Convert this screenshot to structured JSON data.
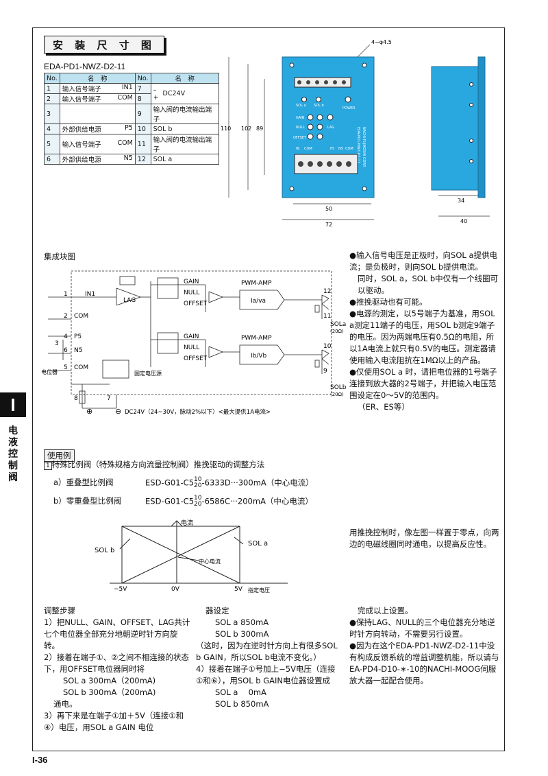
{
  "title": "安 装 尺 寸 图",
  "model": "EDA-PD1-NWZ-D2-11",
  "pin_table": {
    "headers": [
      "No.",
      "名　称",
      "No.",
      "名　称"
    ],
    "rows": [
      {
        "no1": "1",
        "name1": "输入信号端子",
        "tag1": "IN1",
        "no2": "7",
        "name2": "–"
      },
      {
        "no1": "2",
        "name1": "输入信号端子",
        "tag1": "COM",
        "no2": "8",
        "name2": "+"
      },
      {
        "no1": "3",
        "name1": "",
        "tag1": "",
        "no2": "9",
        "name2": "输入阀的电流输出端子"
      },
      {
        "no1": "4",
        "name1": "外部供给电源",
        "tag1": "P5",
        "no2": "10",
        "name2": "SOL b"
      },
      {
        "no1": "5",
        "name1": "输入信号端子",
        "tag1": "COM",
        "no2": "11",
        "name2": "输入阀的电流输出端子"
      },
      {
        "no1": "6",
        "name1": "外部供给电源",
        "tag1": "N5",
        "no2": "12",
        "name2": "SOL a"
      }
    ],
    "dc_label": "DC24V"
  },
  "drawing": {
    "hole": "4−φ4.5",
    "dim_110": "110",
    "dim_102": "102",
    "dim_89": "89",
    "dim_50": "50",
    "dim_72": "72",
    "dim_34": "34",
    "dim_40": "40",
    "label_sola": "SOL a",
    "label_solb": "SOL b",
    "label_power": "POWER",
    "label_gain": "GAIN",
    "label_null": "NULL",
    "label_offset": "OFFSET",
    "label_lag": "LAG",
    "label_dc24v": "DC24V",
    "label_in": "IN",
    "label_com": "COM",
    "label_p5": "P5",
    "label_n5": "N5",
    "label_com2": "COM",
    "label_brand": "NACHI-FUJIKOSHI CORP.",
    "label_model": "EDA-PD1-NWZ-D2-11"
  },
  "block_diagram": {
    "title": "集成块图",
    "in1": "IN1",
    "com": "COM",
    "p5": "P5",
    "n5": "N5",
    "com2": "COM",
    "potentiometer": "电位器",
    "lag": "LAG",
    "gain": "GAIN",
    "null": "NULL",
    "offset": "OFFSET",
    "pwm_amp": "PWM-AMP",
    "ia_va": "Ia/va",
    "ib_vb": "Ib/Vb",
    "fixed_supply": "固定电压源",
    "sola": "SOLa",
    "solb": "SOLb",
    "ohm": "(20Ω)",
    "t1": "1",
    "t2": "2",
    "t3": "3",
    "t4": "4",
    "t5": "5",
    "t6": "6",
    "t7": "7",
    "t8": "8",
    "t9": "9",
    "t10": "10",
    "t11": "11",
    "t12": "12",
    "plus": "⊕",
    "minus": "⊖",
    "supply_note": "DC24V（24~30V，脉动2%以下）<最大提供1A电流>"
  },
  "notes_right": [
    "●输入信号电压是正极时，向SOL a提供电流；是负极时，则向SOL b提供电流。",
    "同时，SOL a，SOL b中仅有一个线圈可以驱动。",
    "●推挽驱动也有可能。",
    "●电源的测定，以5号端子为基准，用SOL a测定11端子的电压，用SOL b测定9端子的电压。因为两端电压有0.5Ω的电阻，所以1A电流上就只有0.5V的电压。测定器请使用输入电流阻抗在1MΩ以上的产品。",
    "●仅使用SOL a 时，请把电位器的1号端子连接到放大器的2号端子，并把输入电压范围设定在0～5V的范围内。",
    "（ER、ES等）"
  ],
  "usage": {
    "tag": "使用例",
    "item_num": "1",
    "item_text": "特殊比例阀（特殊规格方向流量控制阀）推挽驱动的调整方法",
    "a_label": "a）重叠型比例阀",
    "a_model_pre": "ESD-G01-C5",
    "a_frac_top": "10",
    "a_frac_bot": "20",
    "a_model_post": "-6333D···300mA（中心电流）",
    "b_label": "b）零重叠型比例阀",
    "b_model_pre": "ESD-G01-C5",
    "b_frac_top": "10",
    "b_frac_bot": "20",
    "b_model_post": "-6586C···200mA（中心电流）"
  },
  "graph": {
    "y_label": "电流",
    "x_label": "指定电压",
    "sol_a": "SOL a",
    "sol_b": "SOL b",
    "center": "中心电流",
    "x_ticks": [
      "−5V",
      "0V",
      "5V"
    ]
  },
  "graph_note": "用推挽控制时，像左图一样置于零点，向两边的电磁线圈同时通电，以提高反应性。",
  "steps": {
    "title": "调整步骤",
    "s1": "1）把NULL、GAIN、OFFSET、LAG共计七个电位器全部充分地朝逆时针方向旋转。",
    "s2": "2）接着在端子①、②之间不相连接的状态下，用OFFSET电位器同时将",
    "s2_a": "SOL a 300mA（200mA)",
    "s2_b": "SOL b 300mA（200mA)",
    "s2_end": "通电。",
    "s3": "3）再下来是在端子①加＋5V（连接①和④）电压，用SOL a GAIN 电位",
    "s3b": "器设定",
    "s3_a": "SOL a 850mA",
    "s3_b": "SOL b 300mA",
    "s3_note": "（这时，因为在逆时针方向上有很多SOL b GAIN，所以SOL b电流不变化。）",
    "s4": "4）接着在端子①号加上−5V电压（连接①和⑥），用SOL b GAIN电位器设置成",
    "s4_a": "SOL a　 0mA",
    "s4_b": "SOL b 850mA",
    "done": "完成以上设置。",
    "n1": "●保持LAG、NULL的三个电位器充分地逆时针方向转动，不需要另行设置。",
    "n2": "●因为在这个EDA-PD1-NWZ-D2-11中没有构成反馈系统的增益调整机能，所以请与EA-PD4-D10-∗-10的NACHI-MOOG伺服放大器一起配合使用。"
  },
  "side_tab": {
    "letter": "I",
    "text": "电液控制阀"
  },
  "page_number": "I-36",
  "colors": {
    "body_blue": "#29a8e0",
    "table_head": "#bfe2f0"
  }
}
